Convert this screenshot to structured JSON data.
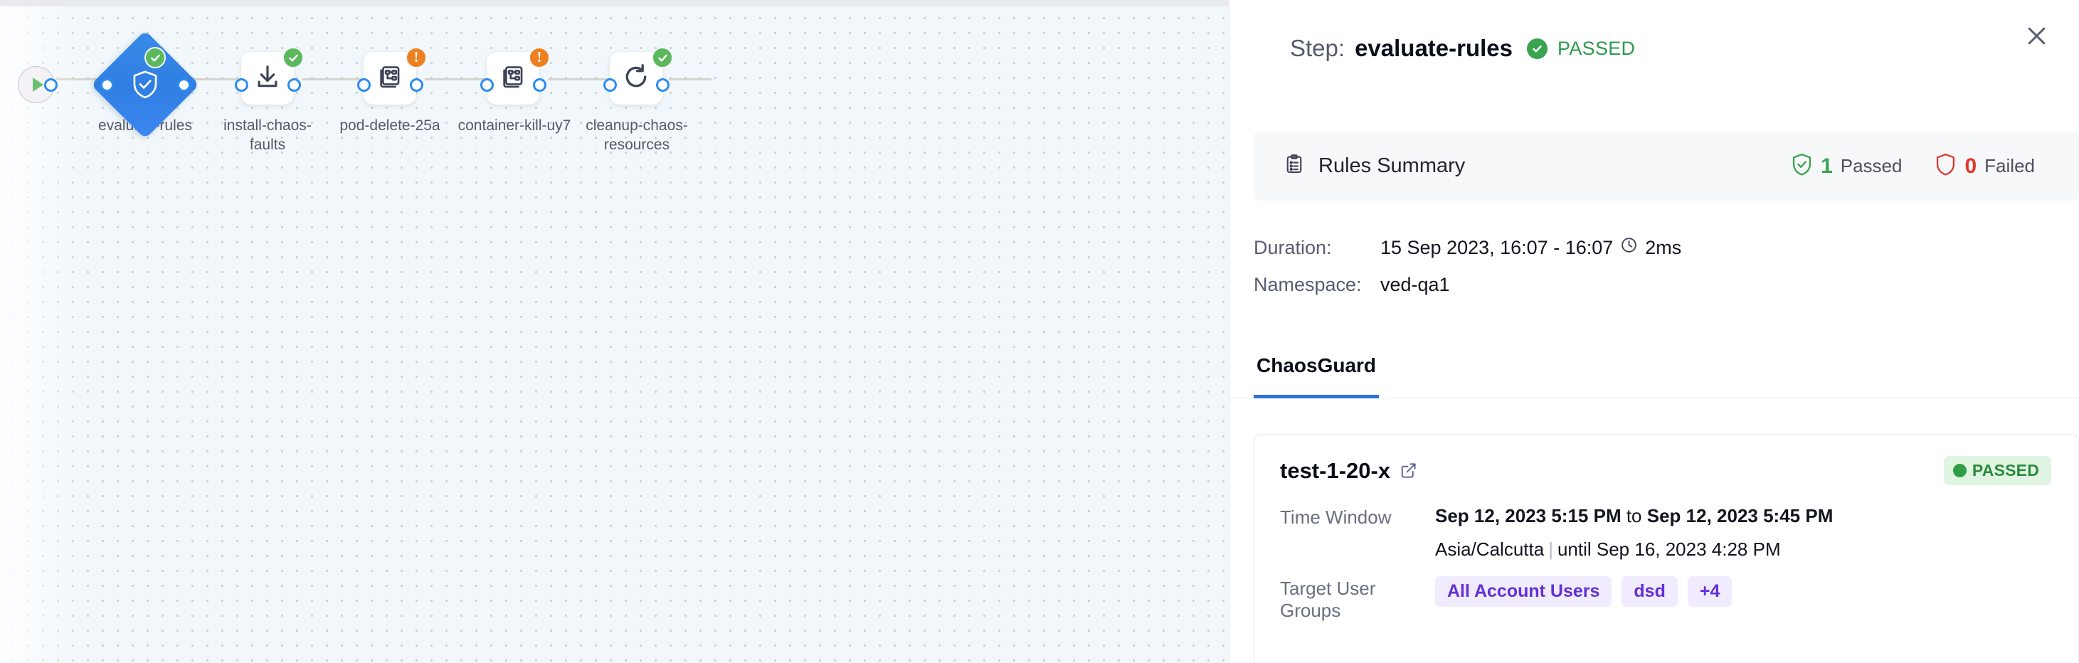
{
  "canvas": {
    "start_node": {
      "icon": "play-icon"
    },
    "nodes": [
      {
        "label": "evaluate-rules",
        "icon": "shield-check-icon",
        "shape": "diamond",
        "status": "success",
        "selected": true
      },
      {
        "label": "install-chaos-\nfaults",
        "label_line1": "install-chaos-",
        "label_line2": "faults",
        "icon": "download-icon",
        "shape": "square",
        "status": "success"
      },
      {
        "label": "pod-delete-25a",
        "icon": "chaos-fault-icon",
        "shape": "square",
        "status": "warning"
      },
      {
        "label": "container-kill-uy7",
        "icon": "chaos-fault-icon",
        "shape": "square",
        "status": "warning"
      },
      {
        "label_line1": "cleanup-chaos-",
        "label_line2": "resources",
        "icon": "refresh-icon",
        "shape": "square",
        "status": "success"
      }
    ]
  },
  "panel": {
    "title_prefix": "Step:",
    "step_name": "evaluate-rules",
    "status_label": "PASSED",
    "close_icon": "close-icon",
    "rules_summary": {
      "icon": "clipboard-icon",
      "title": "Rules Summary",
      "passed_icon": "shield-check-icon",
      "passed_count": "1",
      "passed_label": "Passed",
      "failed_icon": "shield-icon",
      "failed_count": "0",
      "failed_label": "Failed"
    },
    "details": {
      "duration_key": "Duration:",
      "duration_value": "15 Sep 2023, 16:07 - 16:07",
      "duration_clock_icon": "clock-icon",
      "duration_ms": "2ms",
      "namespace_key": "Namespace:",
      "namespace_value": "ved-qa1"
    },
    "tabs": [
      {
        "label": "ChaosGuard",
        "active": true
      }
    ],
    "guard_card": {
      "name": "test-1-20-x",
      "external_link_icon": "external-link-icon",
      "status_badge": "PASSED",
      "rows": [
        {
          "key": "Time Window",
          "value_bold_1": "Sep 12, 2023 5:15 PM",
          "value_mid": " to ",
          "value_bold_2": "Sep 12, 2023 5:45 PM",
          "sub_timezone": "Asia/Calcutta",
          "sub_separator": "|",
          "sub_until": "until Sep 16, 2023 4:28 PM"
        },
        {
          "key": "Target User Groups",
          "chips": [
            "All Account Users",
            "dsd",
            "+4"
          ]
        }
      ]
    }
  },
  "colors": {
    "accent_blue": "#2f7fe3",
    "success_green": "#3aa34f",
    "warning_orange": "#ef8022",
    "danger_red": "#e0372c",
    "chip_purple": "#6231d6",
    "canvas_bg": "#f1f7fa"
  }
}
